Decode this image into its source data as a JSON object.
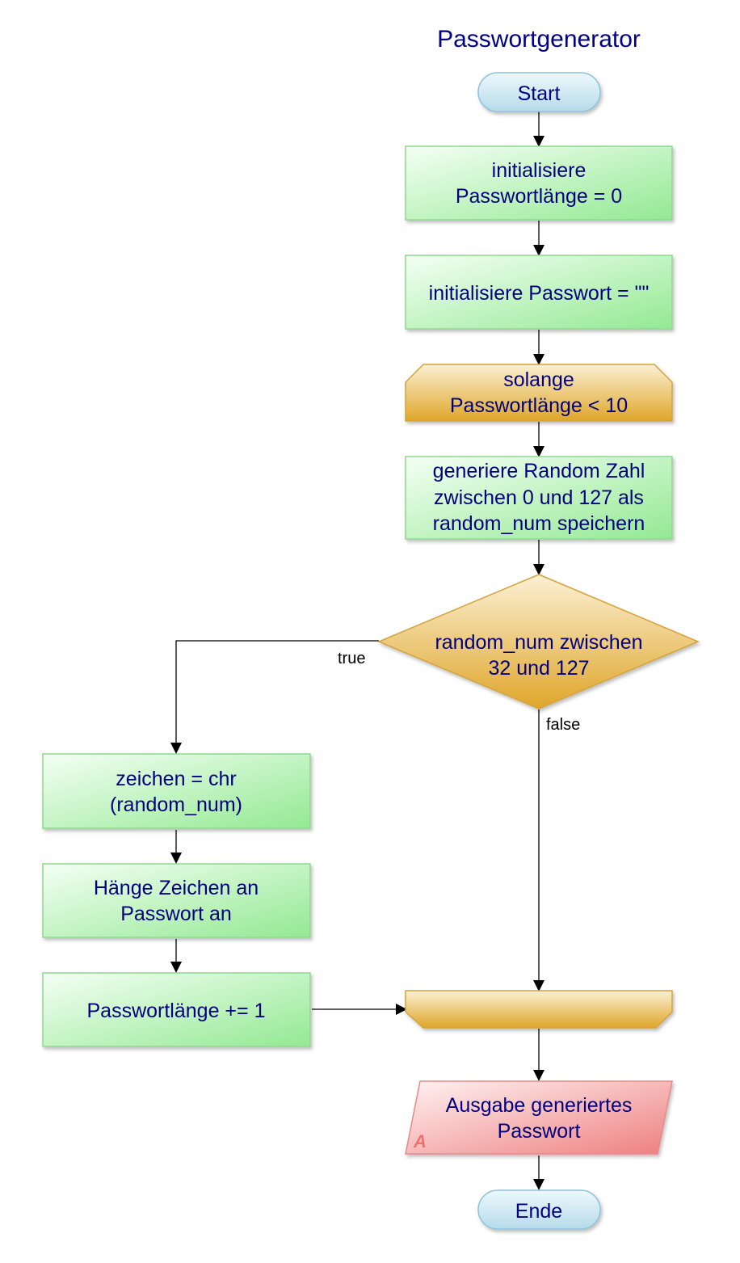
{
  "title": "Passwortgenerator",
  "nodes": {
    "start": "Start",
    "init_len": [
      "initialisiere",
      "Passwortlänge = 0"
    ],
    "init_pw": "initialisiere Passwort = \"\"",
    "loop": [
      "solange",
      "Passwortlänge < 10"
    ],
    "gen": [
      "generiere Random Zahl",
      "zwischen 0 und 127 als",
      "random_num speichern"
    ],
    "cond": [
      "random_num zwischen",
      "32 und 127"
    ],
    "chr": [
      "zeichen = chr",
      "(random_num)"
    ],
    "append": [
      "Hänge Zeichen an",
      "Passwort an"
    ],
    "inc": "Passwortlänge += 1",
    "output": [
      "Ausgabe generiertes",
      "Passwort"
    ],
    "output_marker": "A",
    "end": "Ende"
  },
  "edges": {
    "true_label": "true",
    "false_label": "false"
  },
  "colors": {
    "text": "#000080",
    "process": "#bff5bf",
    "loop": "#f0cf7f",
    "io": "#f7c4c4",
    "terminal": "#d6edf7"
  }
}
